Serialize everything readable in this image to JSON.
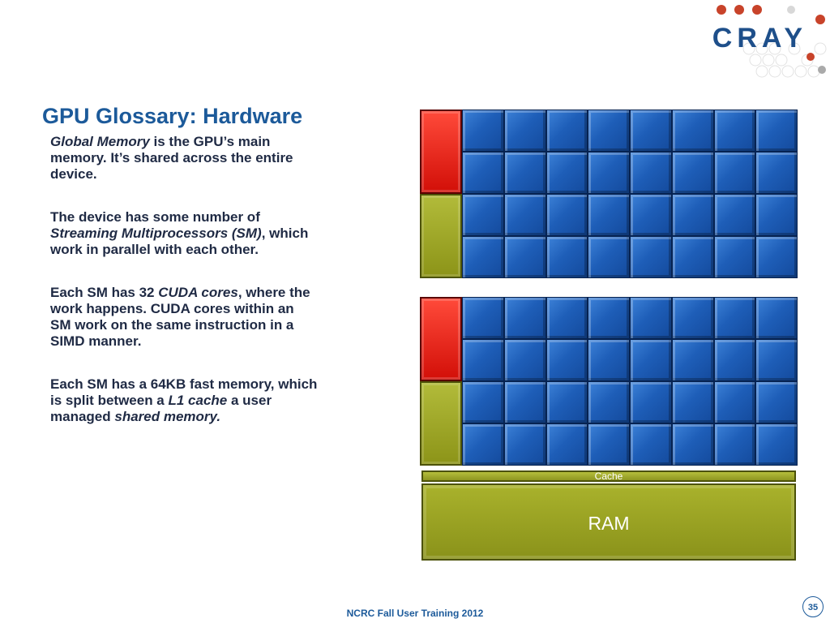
{
  "logo": {
    "text": "CRAY"
  },
  "slide": {
    "title": "GPU Glossary: Hardware",
    "p1": {
      "i1": "Global Memory",
      "t1": " is the GPU’s main memory.  It’s shared across the entire device."
    },
    "p2": {
      "t1": "The device has some number of ",
      "i1": "Streaming Multiprocessors (SM)",
      "t2": ", which work in parallel with each other."
    },
    "p3": {
      "t1": "Each SM has 32 ",
      "i1": "CUDA cores",
      "t2": ", where the work happens.  CUDA cores within an SM work on the same instruction in a SIMD manner."
    },
    "p4": {
      "t1": "Each SM has a 64KB fast memory, which is split between a ",
      "i1": "L1 cache",
      "t2": " a user managed ",
      "i2": "shared memory."
    }
  },
  "diagram": {
    "cache_label": "Cache",
    "ram_label": "RAM",
    "sm_count": 2,
    "cores_per_sm": 32,
    "colors": {
      "core": "#1e5eb8",
      "l1": "#d8140c",
      "shared": "#9aa322",
      "ram": "#9aa322"
    }
  },
  "footer": {
    "text": "NCRC Fall User Training 2012",
    "page": "35"
  }
}
